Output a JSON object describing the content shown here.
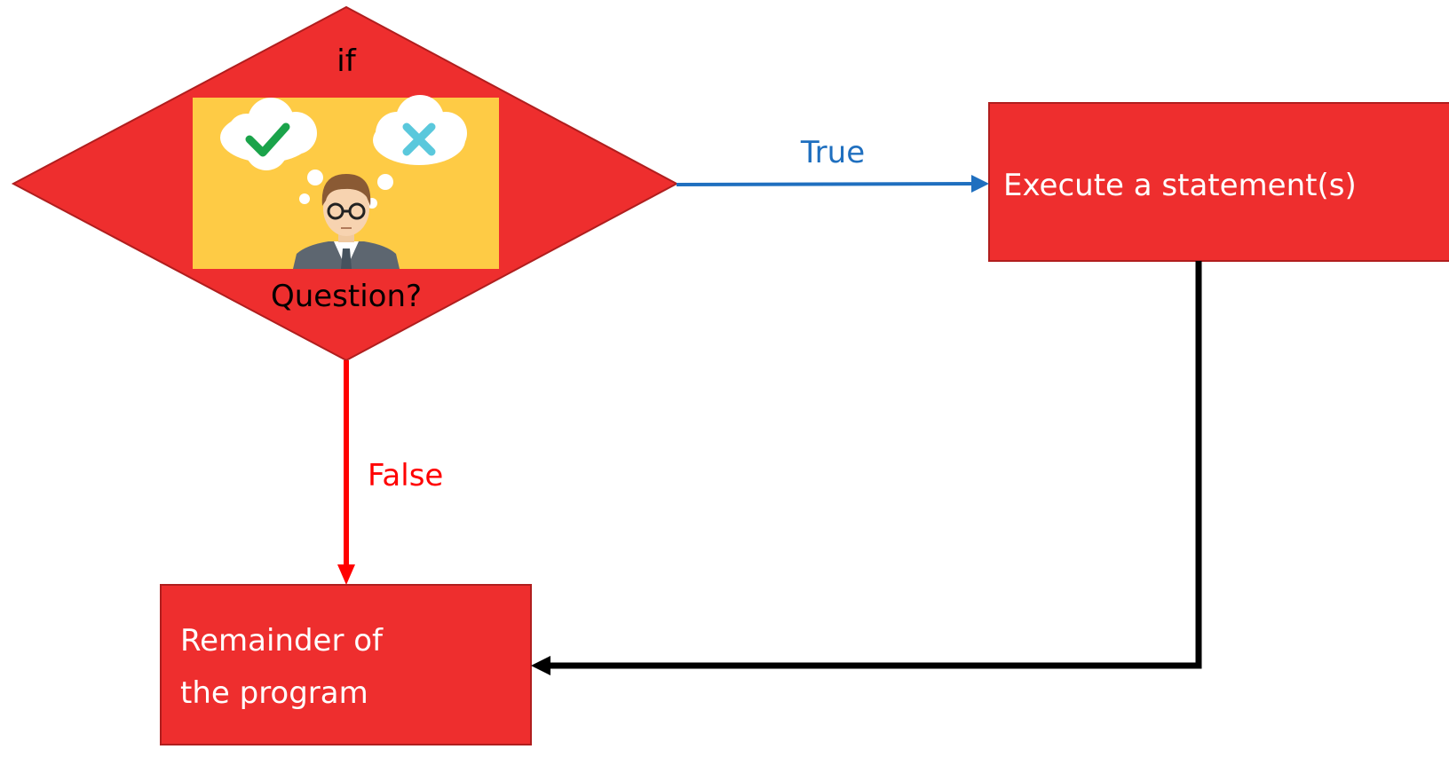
{
  "colors": {
    "node_fill": "#ee2e2e",
    "node_stroke": "#b01e1e",
    "illustration_bg": "#fecb45",
    "true_edge": "#1f6fbf",
    "false_edge": "#ff0000",
    "return_edge": "#000000",
    "node_text": "#ffffff",
    "decision_text": "#000000"
  },
  "decision": {
    "top_label": "if",
    "bottom_label": "Question?",
    "illustration": "thinking-person-check-cross-icon"
  },
  "action": {
    "label": "Execute a statement(s)"
  },
  "remainder": {
    "line1": "Remainder of",
    "line2": "the program"
  },
  "edges": {
    "true_label": "True",
    "false_label": "False"
  }
}
